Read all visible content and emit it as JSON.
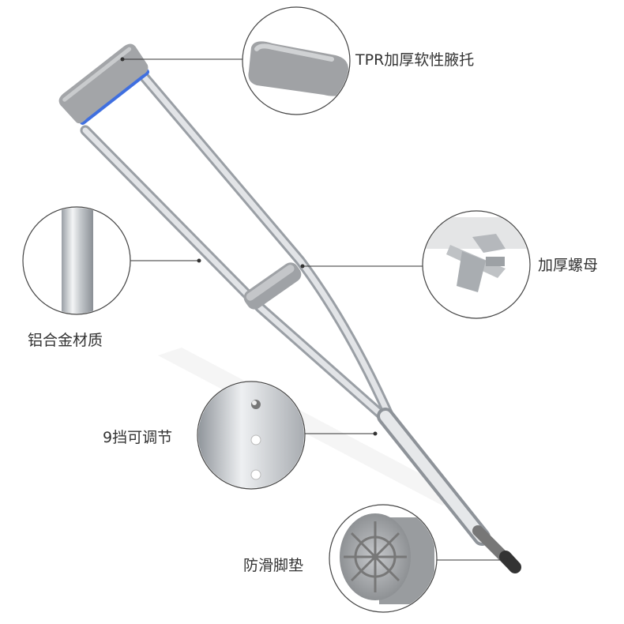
{
  "callouts": {
    "armpit_pad": {
      "label": "TPR加厚软性腋托",
      "icon": "armpit-pad-closeup"
    },
    "wing_nut": {
      "label": "加厚螺母",
      "icon": "wing-nut-closeup"
    },
    "material": {
      "label": "铝合金材质",
      "icon": "aluminum-tube-closeup"
    },
    "adjustable": {
      "label": "9挡可调节",
      "icon": "adjustment-holes-closeup"
    },
    "foot_pad": {
      "label": "防滑脚垫",
      "icon": "rubber-tip-closeup"
    }
  },
  "colors": {
    "metal": "#c9ccd1",
    "pad": "#a7a9ac",
    "accent": "#3f6fe0",
    "line": "#333333"
  }
}
